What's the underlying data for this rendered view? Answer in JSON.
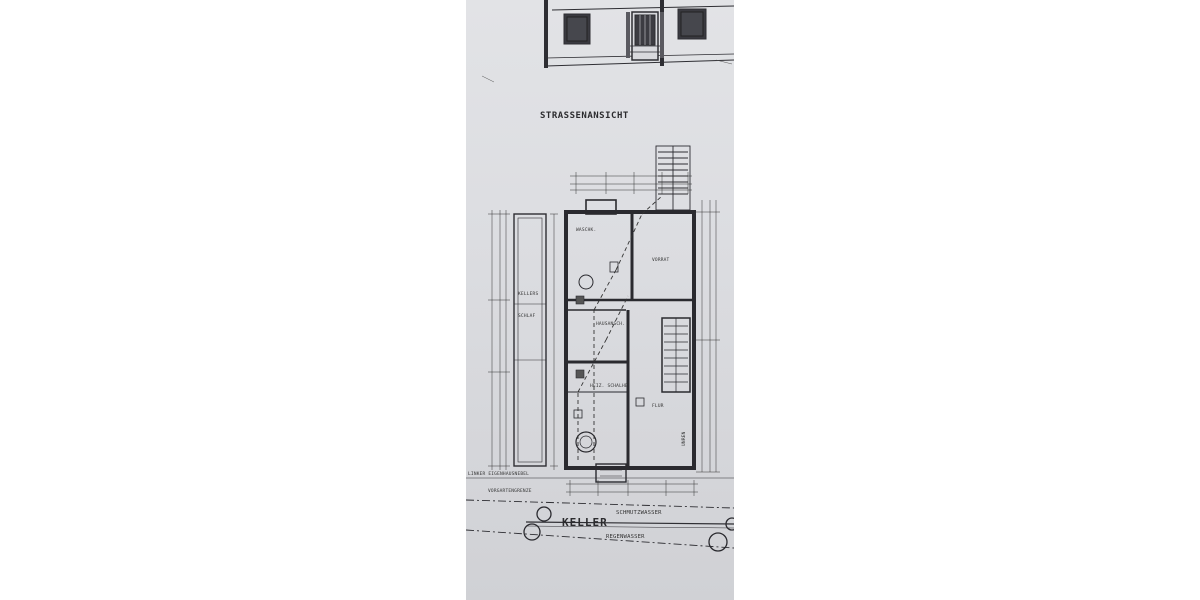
{
  "drawing": {
    "elevation_title": "STRASSENANSICHT",
    "plan_title": "KELLER",
    "labels": {
      "sewer_dirty": "SCHMUTZWASSER",
      "sewer_rain": "REGENWASSER",
      "neighbor_left": "LINKER EIGENHAUSNEBEL",
      "property_line": "VORGARTENGRENZE",
      "neighbor_right": "UNREN",
      "room_laundry": "WASCHK.",
      "room_storage": "VORRAT",
      "room_boiler": "HAUSANSCH.",
      "room_heating": "HEIZ. SCHALHE",
      "room_hall": "FLUR",
      "closet_1": "KELLERS",
      "closet_2": "SCHLAF"
    }
  }
}
